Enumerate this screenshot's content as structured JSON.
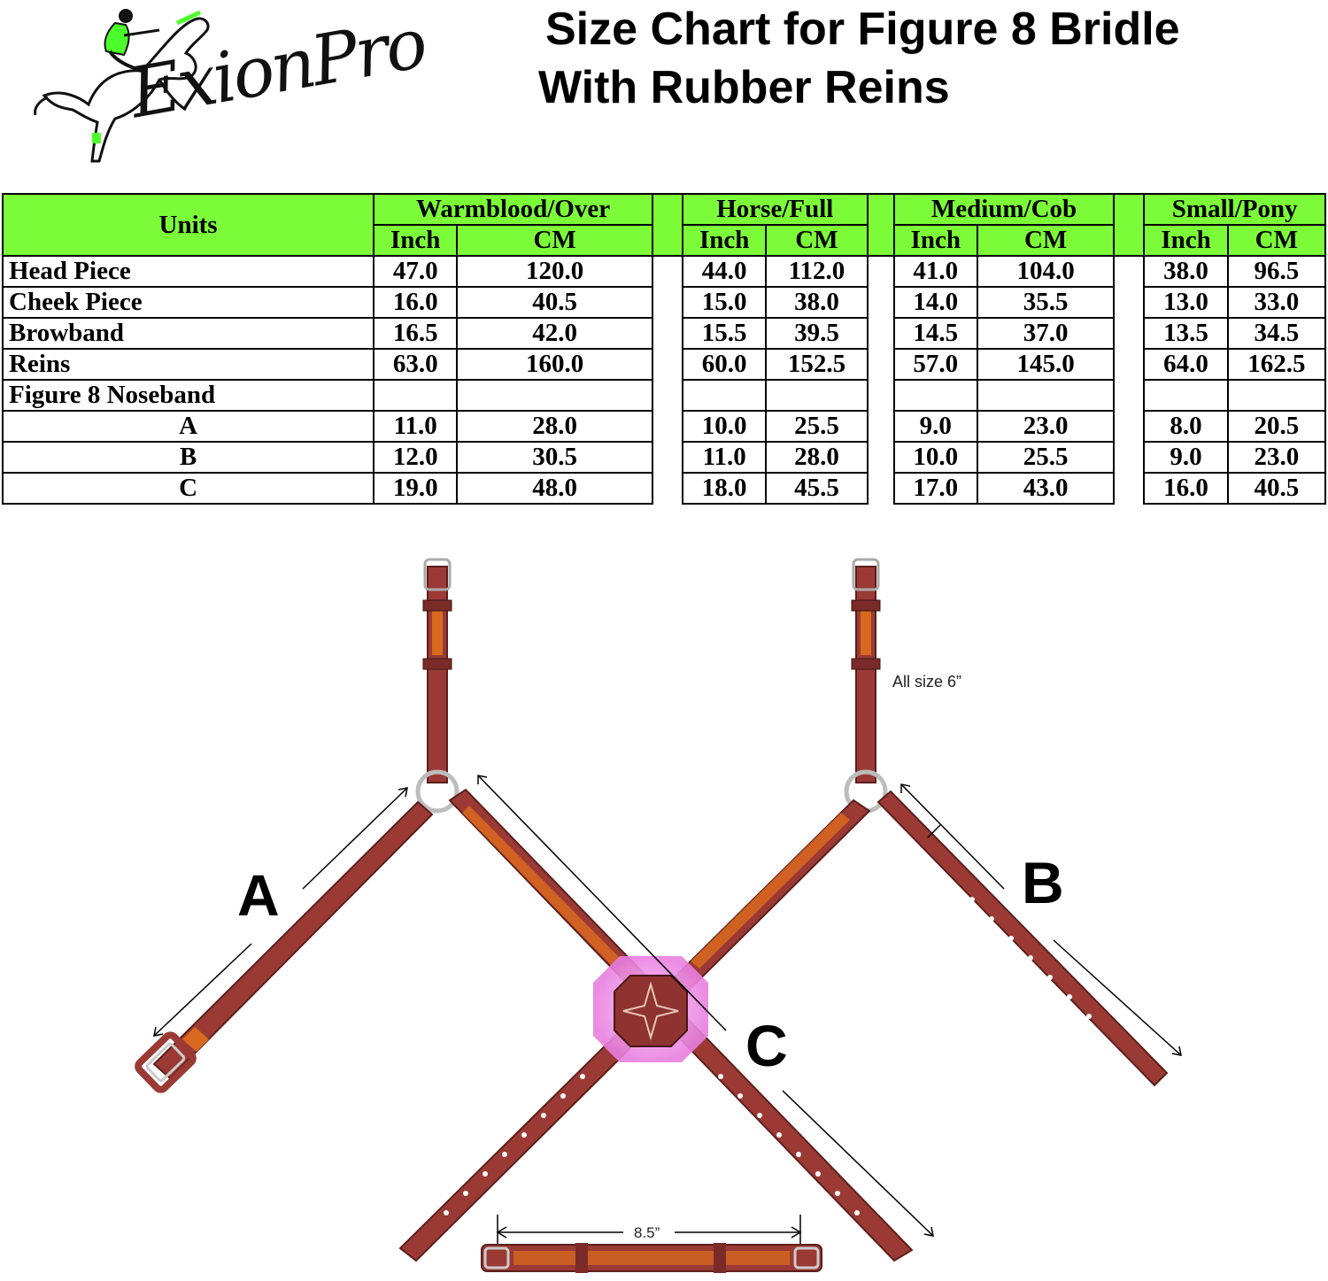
{
  "brand": {
    "name": "ExionPro",
    "accent": "#7cfc38"
  },
  "title": {
    "line1": "Size Chart for Figure 8 Bridle",
    "line2": "With Rubber Reins"
  },
  "table": {
    "units_label": "Units",
    "groups": [
      "Warmblood/Over",
      "Horse/Full",
      "Medium/Cob",
      "Small/Pony"
    ],
    "subheaders": [
      "Inch",
      "CM"
    ],
    "rows": [
      {
        "name": "Head Piece",
        "values": [
          "47.0",
          "120.0",
          "44.0",
          "112.0",
          "41.0",
          "104.0",
          "38.0",
          "96.5"
        ]
      },
      {
        "name": "Cheek Piece",
        "values": [
          "16.0",
          "40.5",
          "15.0",
          "38.0",
          "14.0",
          "35.5",
          "13.0",
          "33.0"
        ]
      },
      {
        "name": "Browband",
        "values": [
          "16.5",
          "42.0",
          "15.5",
          "39.5",
          "14.5",
          "37.0",
          "13.5",
          "34.5"
        ]
      },
      {
        "name": "Reins",
        "values": [
          "63.0",
          "160.0",
          "60.0",
          "152.5",
          "57.0",
          "145.0",
          "64.0",
          "162.5"
        ]
      },
      {
        "name": "Figure 8 Noseband",
        "values": [
          "",
          "",
          "",
          "",
          "",
          "",
          "",
          ""
        ]
      },
      {
        "name": "A",
        "values": [
          "11.0",
          "28.0",
          "10.0",
          "25.5",
          "9.0",
          "23.0",
          "8.0",
          "20.5"
        ]
      },
      {
        "name": "B",
        "values": [
          "12.0",
          "30.5",
          "11.0",
          "28.0",
          "10.0",
          "25.5",
          "9.0",
          "23.0"
        ]
      },
      {
        "name": "C",
        "values": [
          "19.0",
          "48.0",
          "18.0",
          "45.5",
          "17.0",
          "43.0",
          "16.0",
          "40.5"
        ]
      }
    ]
  },
  "diagram": {
    "label_a": "A",
    "label_b": "B",
    "label_c": "C",
    "strap_note": "All size 6”",
    "browband_note": "8.5”",
    "colors": {
      "leather": "#9b3a35",
      "leather_dark": "#5c1f1c",
      "keeper": "#d9691e",
      "ring": "#cfcfcf",
      "rosette_glow": "#f4a8f0"
    }
  }
}
